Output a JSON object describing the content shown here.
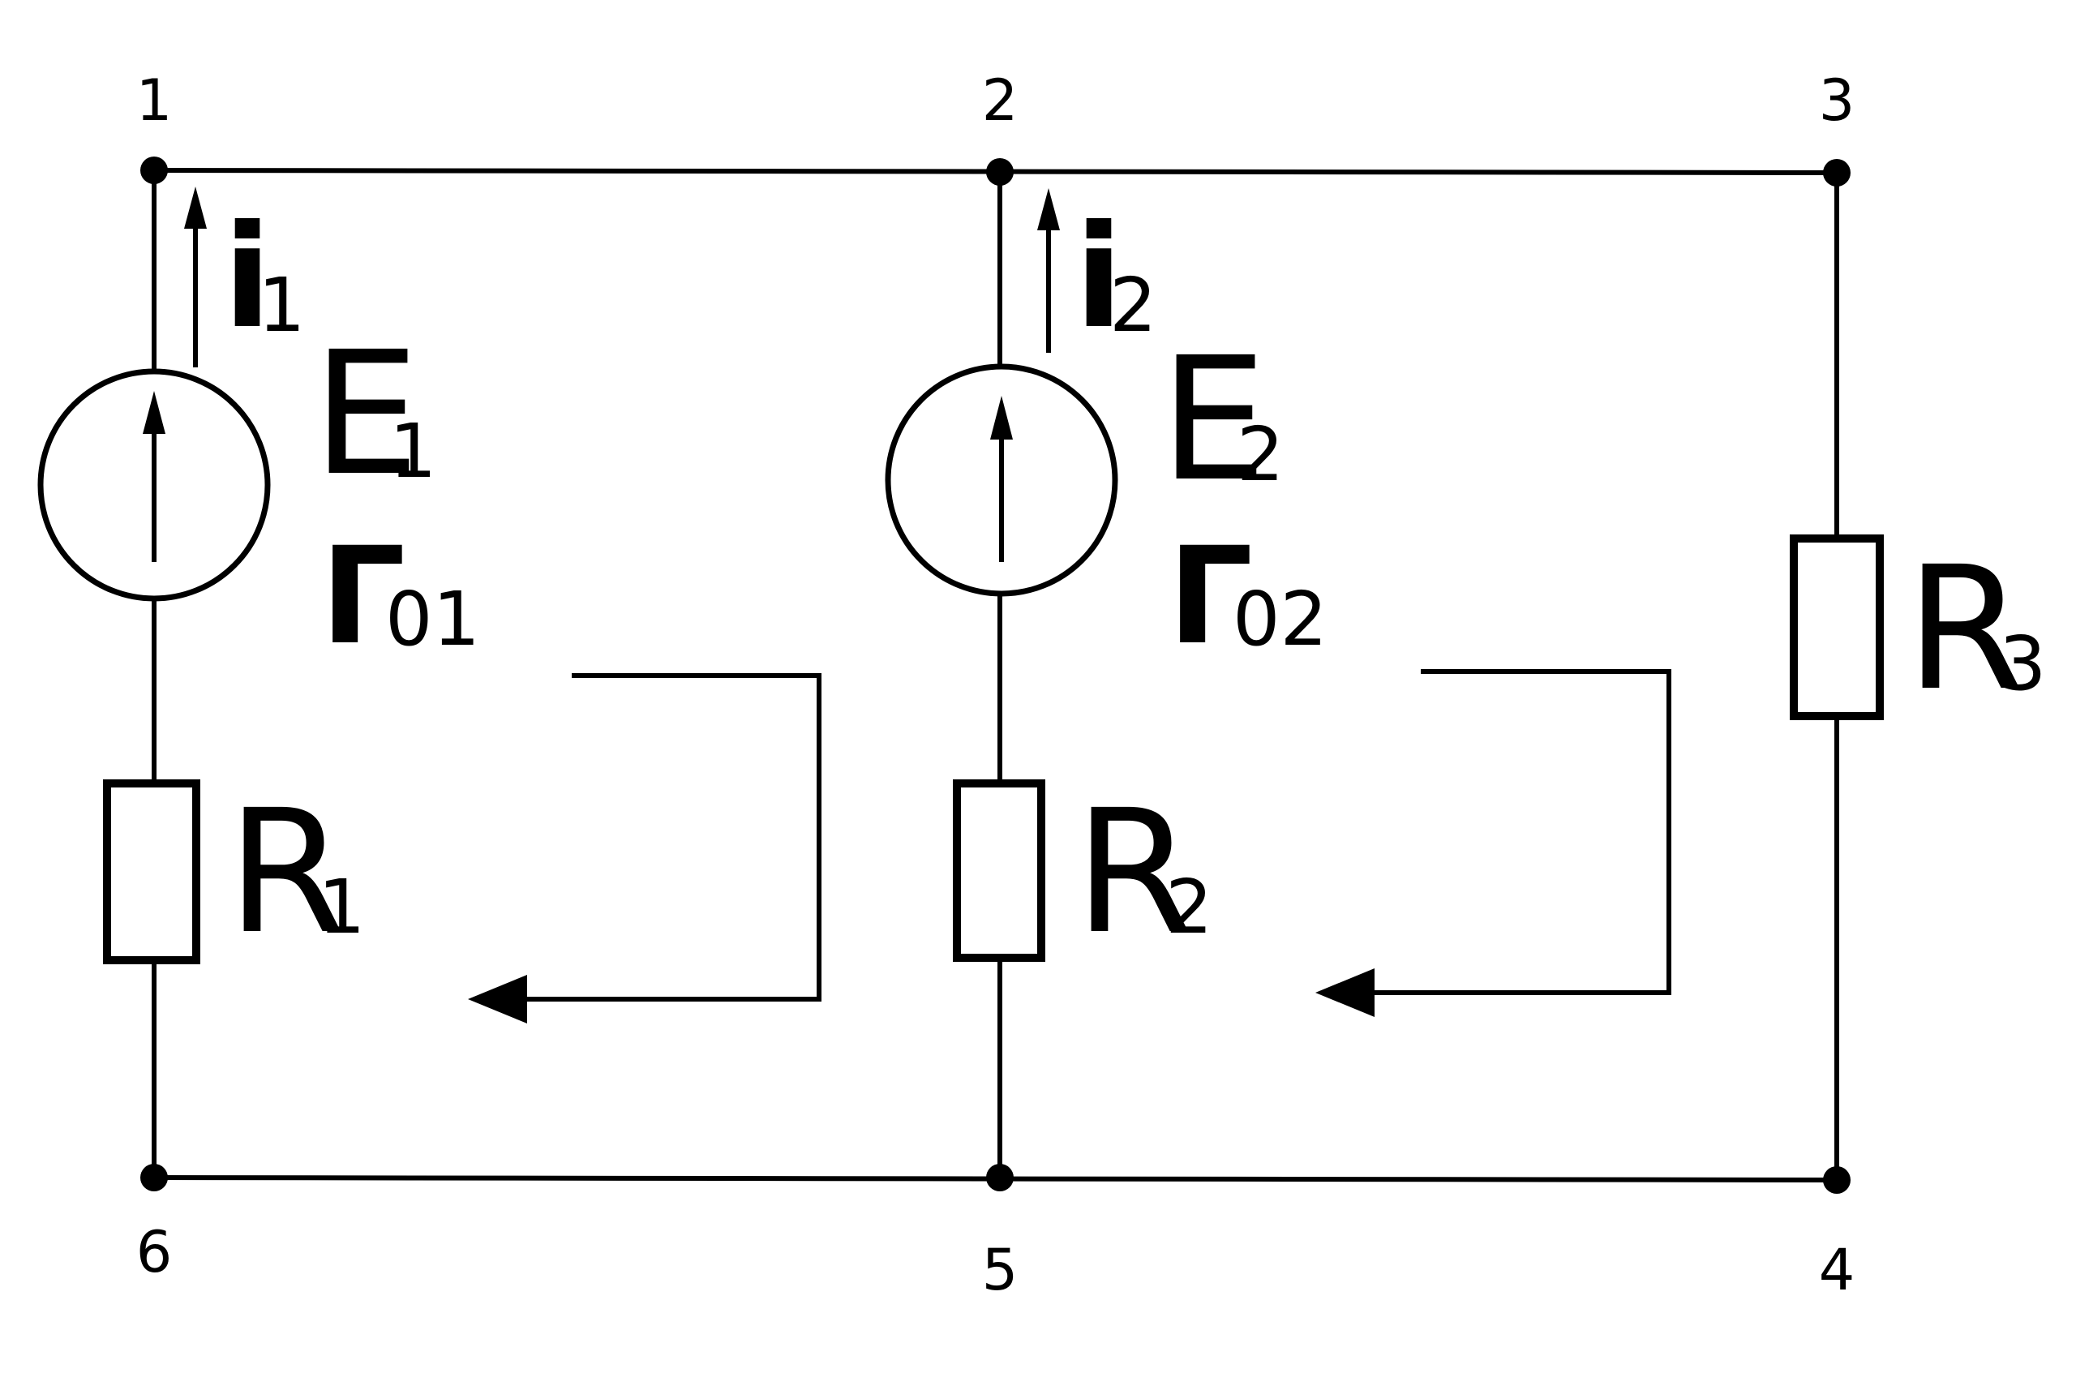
{
  "diagram": {
    "nodes": [
      {
        "id": "1",
        "label": "1"
      },
      {
        "id": "2",
        "label": "2"
      },
      {
        "id": "3",
        "label": "3"
      },
      {
        "id": "4",
        "label": "4"
      },
      {
        "id": "5",
        "label": "5"
      },
      {
        "id": "6",
        "label": "6"
      }
    ],
    "components": {
      "E1": {
        "symbol": "E",
        "sub": "1",
        "type": "voltage-source"
      },
      "E2": {
        "symbol": "E",
        "sub": "2",
        "type": "voltage-source"
      },
      "R1": {
        "symbol": "R",
        "sub": "1",
        "type": "resistor"
      },
      "R2": {
        "symbol": "R",
        "sub": "2",
        "type": "resistor"
      },
      "R3": {
        "symbol": "R",
        "sub": "3",
        "type": "resistor"
      }
    },
    "currents": {
      "i1": {
        "symbol": "i",
        "sub": "1"
      },
      "i2": {
        "symbol": "i",
        "sub": "2"
      }
    },
    "loops": {
      "loop1": {
        "symbol": "Γ",
        "sub": "01"
      },
      "loop2": {
        "symbol": "Γ",
        "sub": "02"
      }
    }
  }
}
